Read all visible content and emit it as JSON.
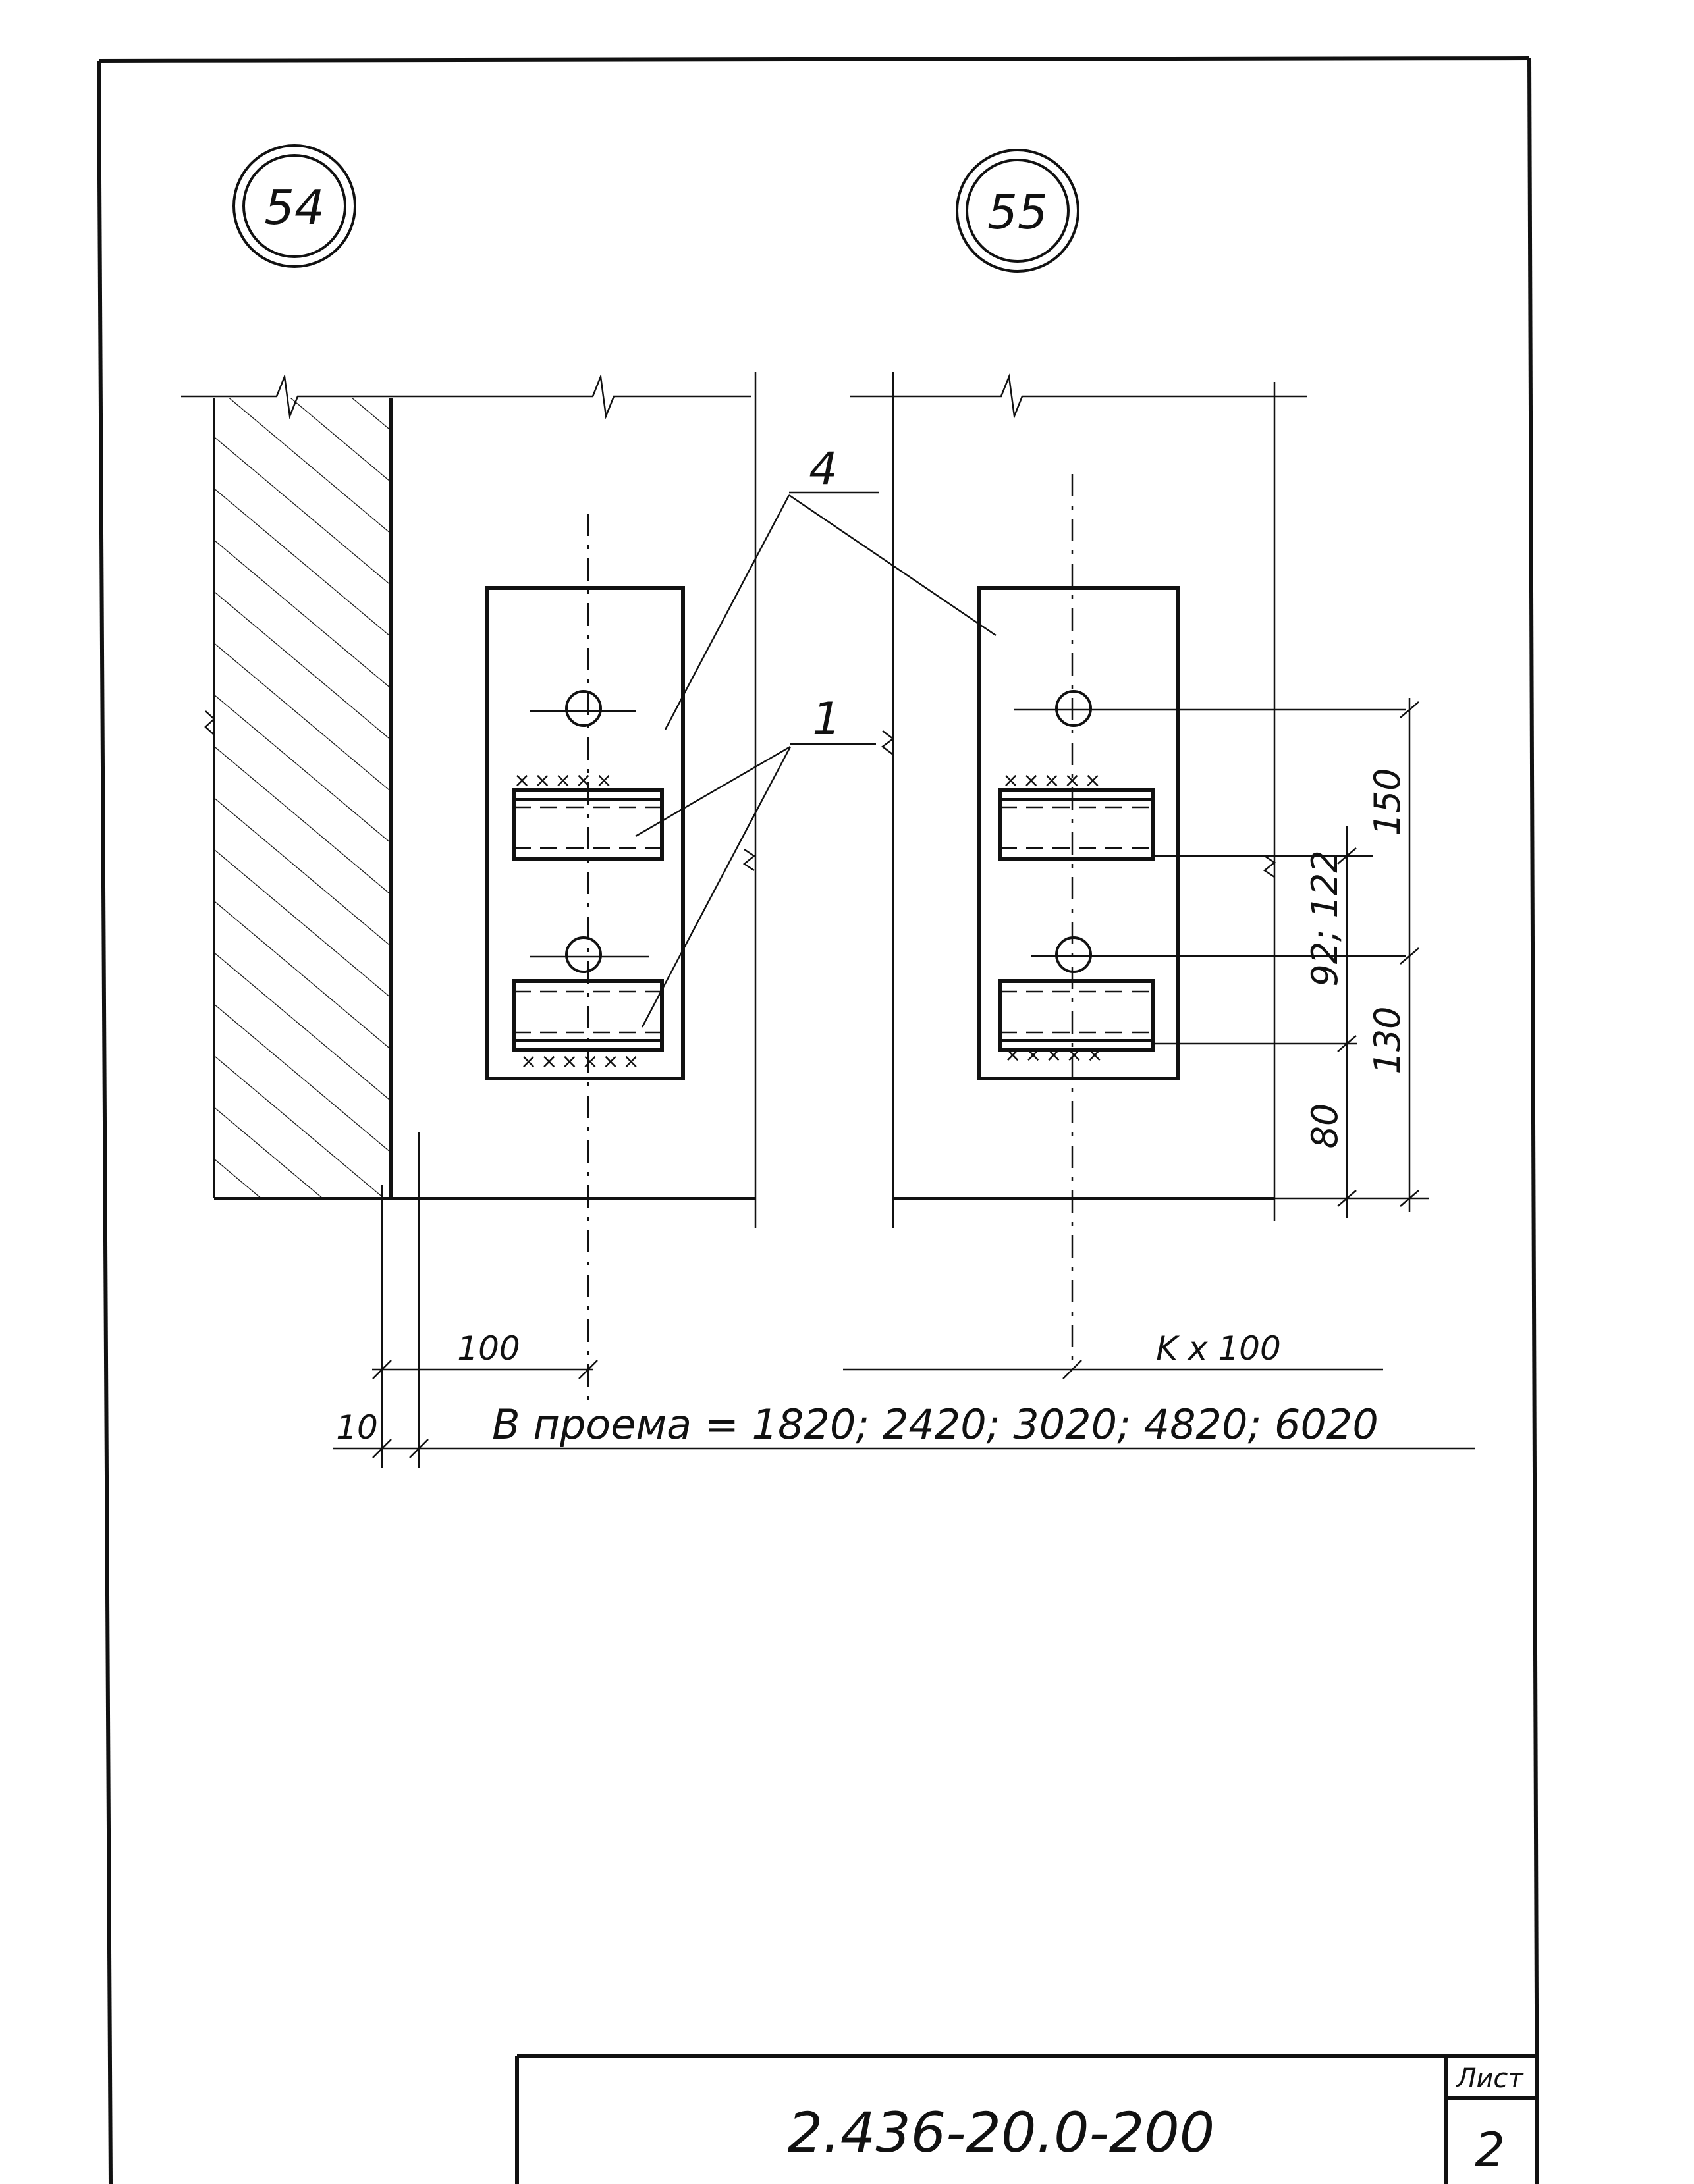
{
  "markers": {
    "left": "54",
    "right": "55"
  },
  "leaders": {
    "plate": "4",
    "weld": "1"
  },
  "dimensions": {
    "bottom_left_100": "100",
    "bottom_left_10": "10",
    "bottom_right_kx100": "K x 100",
    "right_150": "150",
    "right_92_122": "92; 122",
    "right_130": "130",
    "right_80": "80"
  },
  "opening_note": "В проема = 1820; 2420; 3020; 4820; 6020",
  "title_block": {
    "doc_code": "2.436-20.0-200",
    "sheet_label": "Лист",
    "sheet_number": "2"
  }
}
